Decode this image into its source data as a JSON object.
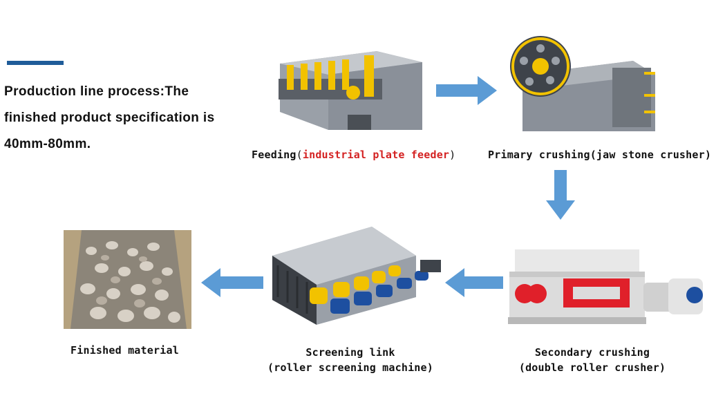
{
  "intro": {
    "text": "Production line process:The finished product specification is 40mm-80mm."
  },
  "steps": {
    "feeding": {
      "label": "Feeding",
      "open": "(",
      "detail": "industrial plate feeder",
      "close": ")"
    },
    "primary": {
      "label": "Primary crushing",
      "detail": "(jaw stone crusher)"
    },
    "secondary": {
      "label": "Secondary crushing",
      "detail": "(double roller crusher)"
    },
    "screening": {
      "label": "Screening link",
      "detail": "(roller screening machine)"
    },
    "finished": {
      "label": "Finished material"
    }
  },
  "colors": {
    "accent": "#1f5c99",
    "highlight": "#d42222",
    "arrow": "#5b9bd5",
    "machine_gray": "#8a9099",
    "machine_yellow": "#f2c200",
    "roller_red": "#e0202a",
    "motor_blue": "#1d4fa0"
  }
}
